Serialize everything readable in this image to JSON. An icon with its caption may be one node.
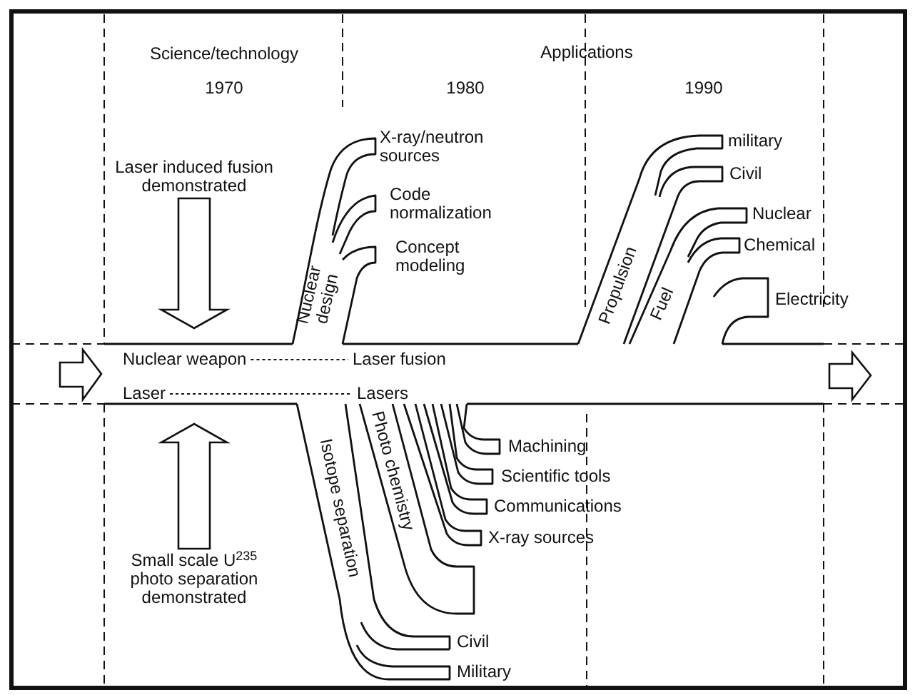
{
  "diagram": {
    "nodes": [
      {
        "text": [
          "Laser induced fusion demonstrated"
        ]
      },
      {
        "text": [
          "Nuclear design"
        ]
      },
      {
        "text": [
          "Propulsion"
        ]
      },
      {
        "text": [
          "Fuel"
        ]
      },
      {
        "text": [
          "Nuclear weapon"
        ]
      },
      {
        "text": [
          "Laser fusion"
        ]
      },
      {
        "text": [
          "Laser"
        ]
      },
      {
        "text": [
          "Lasers"
        ]
      },
      {
        "text": [
          "Isotope separation"
        ]
      },
      {
        "text": [
          "Photo chemistry"
        ]
      },
      {
        "text": [
          "Small scale U$^{235}$ photo separation demonstrated"
        ]
      }
    ],
    "edges": [
      {
        "from": 4,
        "to": 5,
        "arrow": "none",
        "style": "dashed"
      },
      {
        "from": 6,
        "to": 7,
        "arrow": "none",
        "style": "dashed"
      },
      {
        "from": 0,
        "to": null,
        "arrow": "to"
      },
      {
        "from": 10,
        "to": null,
        "arrow": "to"
      }
    ],
    "labels": [
      "Science/technology",
      "Applications",
      "1970",
      "1980",
      "1990",
      "X-ray/neutron sources",
      "military",
      "Civil",
      "Code normalization",
      "Nuclear",
      "Chemical",
      "Concept modeling",
      "Electricity",
      "Machining",
      "Scientific tools",
      "Communications",
      "X-ray sources",
      "Civil",
      "Military"
    ]
  }
}
